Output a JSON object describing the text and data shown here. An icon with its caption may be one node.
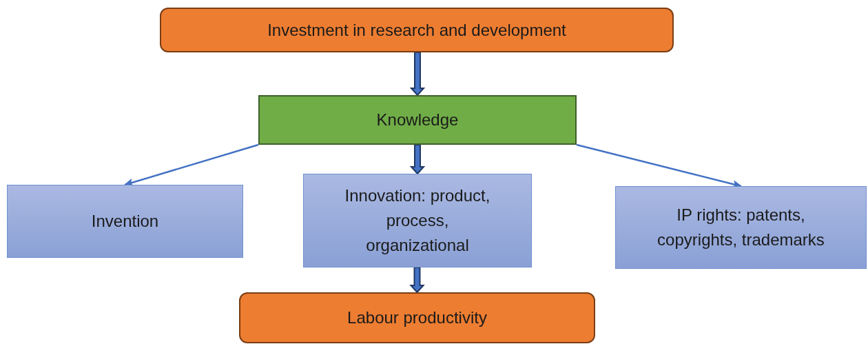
{
  "diagram": {
    "nodes": [
      {
        "text": [
          "Investment in research and development"
        ]
      },
      {
        "text": [
          "Knowledge"
        ]
      },
      {
        "text": [
          "Invention"
        ]
      },
      {
        "text": [
          "Innovation: product, process, organizational"
        ]
      },
      {
        "text": [
          "IP rights: patents, copyrights, trademarks"
        ]
      },
      {
        "text": [
          "Labour productivity"
        ]
      }
    ],
    "edges": [
      {
        "from": 0,
        "to": 1,
        "arrow": "to",
        "style": "thick"
      },
      {
        "from": 1,
        "to": 2,
        "arrow": "to"
      },
      {
        "from": 1,
        "to": 3,
        "arrow": "to",
        "style": "thick"
      },
      {
        "from": 1,
        "to": 4,
        "arrow": "to"
      },
      {
        "from": 3,
        "to": 5,
        "arrow": "to",
        "style": "thick"
      }
    ]
  }
}
